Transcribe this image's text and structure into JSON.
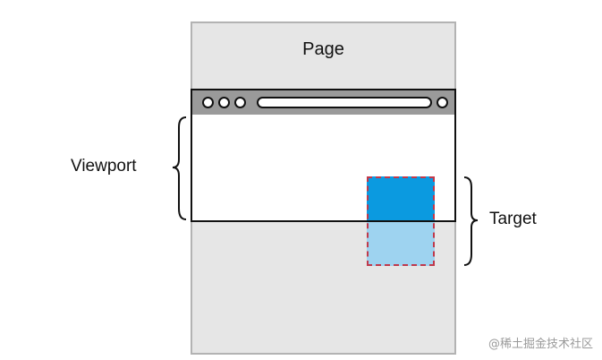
{
  "labels": {
    "page": "Page",
    "viewport": "Viewport",
    "target": "Target"
  },
  "watermark": "@稀土掘金技术社区",
  "colors": {
    "page_fill": "#e6e6e6",
    "page_border": "#b3b3b3",
    "browser_bar": "#9a9a9a",
    "target_visible": "#0b9ae0",
    "target_hidden": "#9ed3f0",
    "target_outline": "#c0394b"
  }
}
